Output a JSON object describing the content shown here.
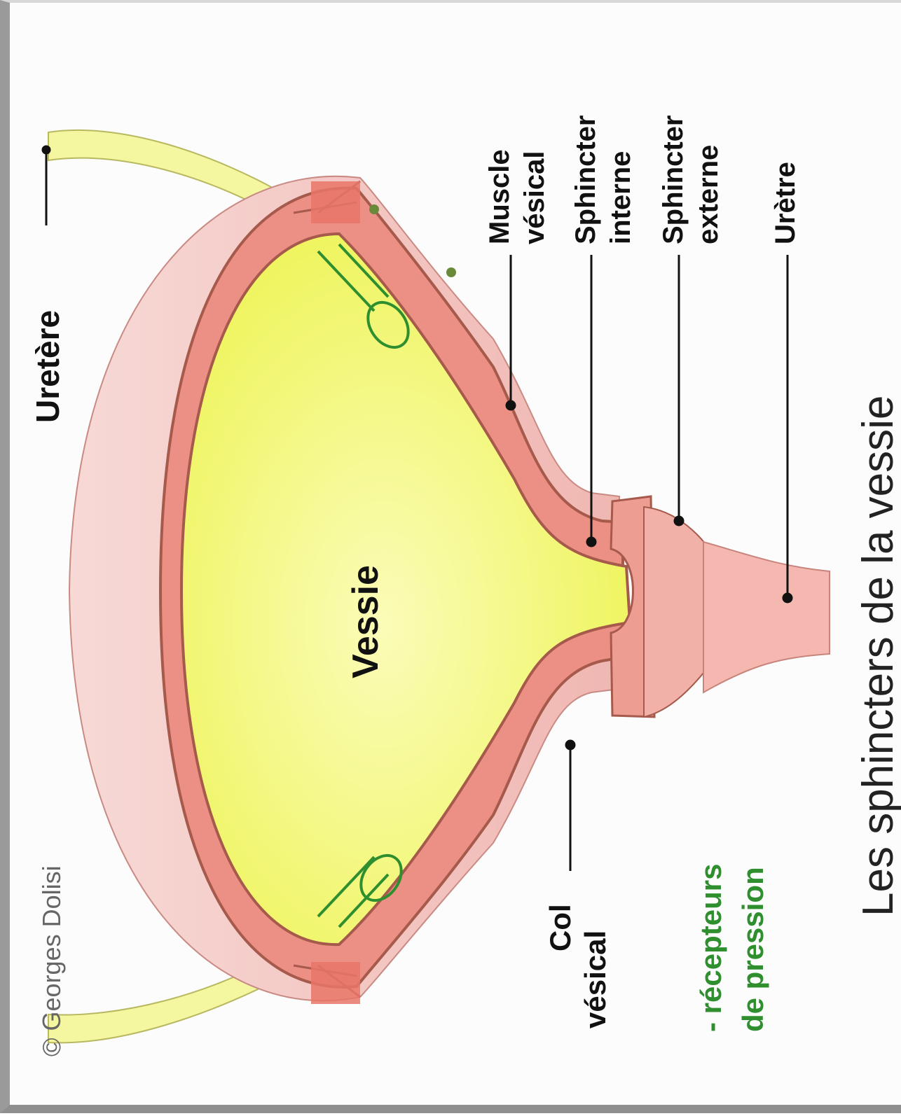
{
  "credit": "© Georges Dolisi",
  "title": "Les sphincters de la vessie",
  "labels": {
    "uretere": "Uretère",
    "vessie": "Vessie",
    "muscle_l1": "Muscle",
    "muscle_l2": "vésical",
    "sph_int_l1": "Sphincter",
    "sph_int_l2": "interne",
    "sph_ext_l1": "Sphincter",
    "sph_ext_l2": "externe",
    "uretre": "Urètre",
    "col_l1": "Col",
    "col_l2": "vésical",
    "recep_l1": "- récepteurs",
    "recep_l2": "de pression"
  },
  "colors": {
    "outer_wall": "#f3c4c2",
    "muscle": "#ec8f84",
    "muscle_dark": "#e1716a",
    "urine": "#f2f66a",
    "ureter": "#f4f6a0",
    "outline": "#a65a4c",
    "receptor": "#2f8f2f"
  }
}
